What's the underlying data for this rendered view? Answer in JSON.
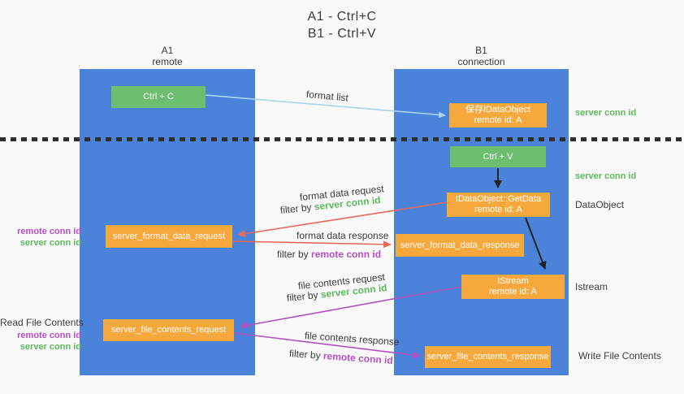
{
  "title": {
    "line1": "A1 - Ctrl+C",
    "line2": "B1 - Ctrl+V"
  },
  "lifelines": {
    "a1": {
      "name": "A1",
      "role": "remote"
    },
    "b1": {
      "name": "B1",
      "role": "connection"
    }
  },
  "boxes": {
    "ctrl_c": {
      "label": "Ctrl + C"
    },
    "ctrl_v": {
      "label": "Ctrl + V"
    },
    "save_idataobject": {
      "line1": "保存IDataObject",
      "line2": "remote id: A"
    },
    "idataobject_getdata": {
      "line1": "IDataObject::GetData",
      "line2": "remote id: A"
    },
    "istream": {
      "line1": "IStream",
      "line2": "remote id: A"
    },
    "server_format_data_request": {
      "label": "server_format_data_request"
    },
    "server_format_data_response": {
      "label": "server_format_data_response"
    },
    "server_file_contents_request": {
      "label": "server_file_contents_request"
    },
    "server_file_contents_response": {
      "label": "server_file_contents_response"
    }
  },
  "messages": {
    "format_list": "format list",
    "format_data_request": "format data request",
    "format_data_response": "format data response",
    "file_contents_request": "file contents request",
    "file_contents_response": "file contents response",
    "filter_by": "filter by",
    "server_conn_id": "server conn id",
    "remote_conn_id": "remote conn id"
  },
  "side_labels": {
    "server_conn_id": "server conn id",
    "remote_conn_id": "remote conn id",
    "dataobject": "DataObject",
    "istream": "Istream",
    "read_file_contents": "Read File Contents",
    "write_file_contents": "Write File Contents"
  },
  "colors": {
    "lifeline_blue": "#4a83d9",
    "action_green": "#6dbe6e",
    "node_orange": "#f7a83c",
    "conn_green": "#5cb85c",
    "conn_purple": "#b44fc4",
    "arrow_red": "#e8695c",
    "arrow_magenta": "#b44fc4",
    "arrow_lightblue": "#a9d3f2",
    "text_dark": "#3c3c3c",
    "bg": "#f9f9f9"
  }
}
